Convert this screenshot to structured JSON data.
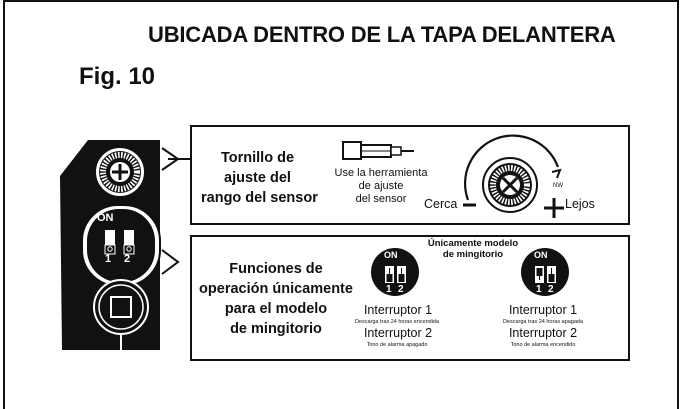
{
  "header": {
    "title": "UBICADA DENTRO DE LA TAPA DELANTERA",
    "figure": "Fig. 10"
  },
  "device": {
    "on_label": "ON",
    "switch_numbers": [
      "1",
      "2"
    ]
  },
  "sensor_panel": {
    "heading_lines": [
      "Tornillo de",
      "ajuste del",
      "rango del sensor"
    ],
    "tool_note_lines": [
      "Use la herramienta",
      "de ajuste",
      "del sensor"
    ],
    "near_label": "Cerca",
    "far_label": "Lejos"
  },
  "functions_panel": {
    "heading_lines": [
      "Funciones de",
      "operación únicamente",
      "para el modelo",
      "de mingitorio"
    ],
    "urinal_note_lines": [
      "Únicamente modelo",
      "de mingitorio"
    ],
    "left_switch": {
      "on_label": "ON",
      "numbers": [
        "1",
        "2"
      ],
      "switch1_label": "Interruptor 1",
      "switch1_desc": "Descarga tras 24 horas encendida",
      "switch2_label": "Interruptor 2",
      "switch2_desc": "Tono de alarma apagado"
    },
    "right_switch": {
      "on_label": "ON",
      "numbers": [
        "1",
        "2"
      ],
      "switch1_label": "Interruptor 1",
      "switch1_desc": "Descarga tras 24 horas apagada",
      "switch2_label": "Interruptor 2",
      "switch2_desc": "Tono de alarma encendido"
    }
  }
}
